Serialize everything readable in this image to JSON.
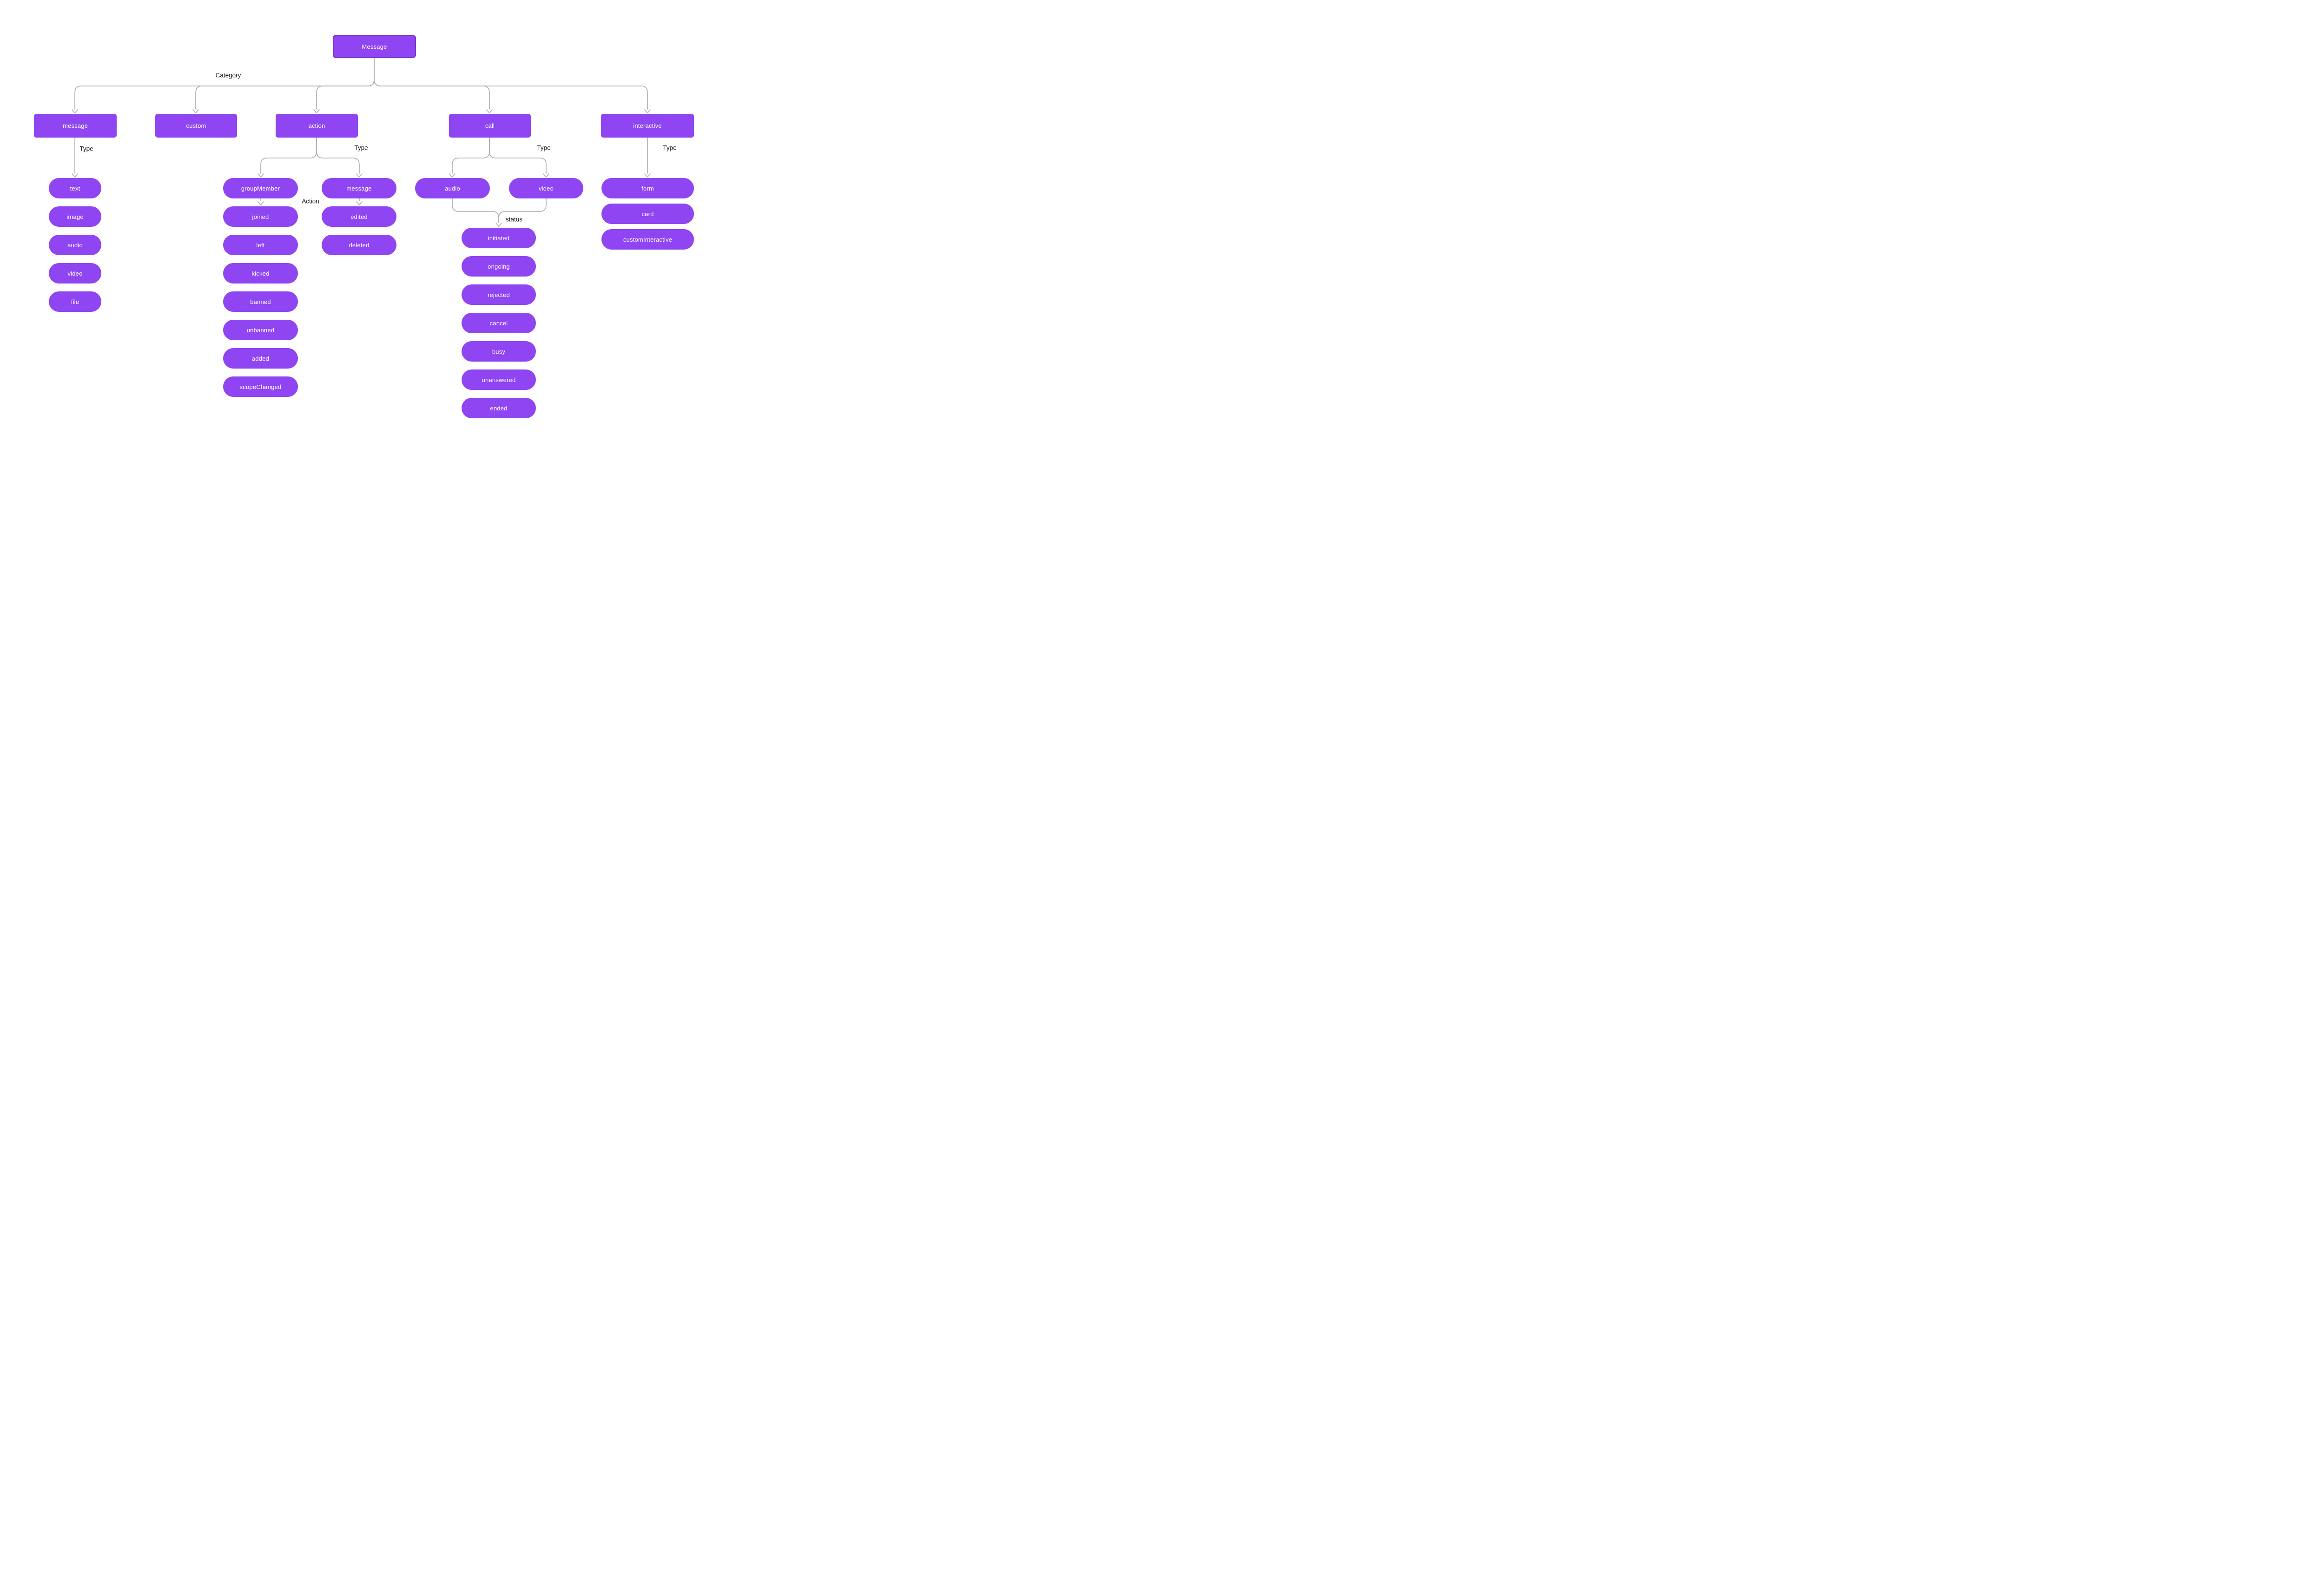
{
  "colors": {
    "node_fill": "#8F45F1",
    "root_border": "#7935C7",
    "connector": "#ABABAB",
    "edge_label_text": "#1C1C1E",
    "node_text": "#FFFFFF",
    "background": "#FFFFFF"
  },
  "root": {
    "label": "Message"
  },
  "edge_labels": {
    "category": "Category",
    "message_type": "Type",
    "action_type": "Type",
    "group_member_action": "Action",
    "call_type": "Type",
    "call_status": "status",
    "interactive_type": "Type"
  },
  "categories": [
    "message",
    "custom",
    "action",
    "call",
    "interactive"
  ],
  "message_types": [
    "text",
    "image",
    "audio",
    "video",
    "file"
  ],
  "action_types": [
    "groupMember",
    "message"
  ],
  "group_member_actions": [
    "joined",
    "left",
    "kicked",
    "banned",
    "unbanned",
    "added",
    "scopeChanged"
  ],
  "message_actions": [
    "edited",
    "deleted"
  ],
  "call_types": [
    "audio",
    "video"
  ],
  "call_statuses": [
    "initiated",
    "ongoing",
    "rejected",
    "cancel",
    "busy",
    "unanswered",
    "ended"
  ],
  "interactive_types": [
    "form",
    "card",
    "customInteractive"
  ]
}
